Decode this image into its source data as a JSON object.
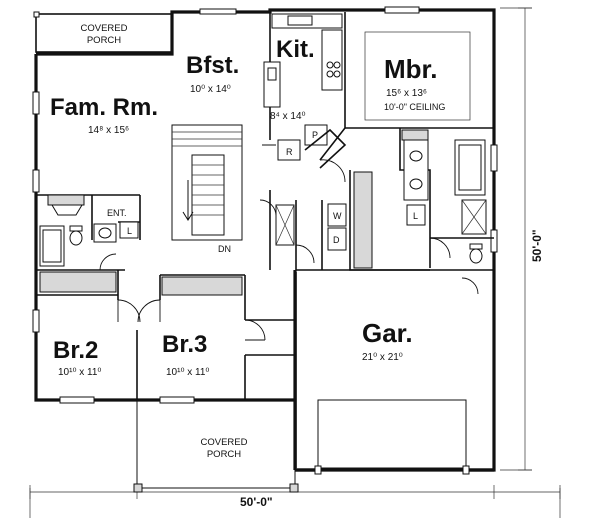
{
  "rooms": {
    "covered_porch_rear": {
      "label_line1": "COVERED",
      "label_line2": "PORCH"
    },
    "fam_rm": {
      "name": "Fam. Rm.",
      "dims": "14⁸ x 15⁶"
    },
    "bfst": {
      "name": "Bfst.",
      "dims": "10⁰ x 14⁰"
    },
    "kit": {
      "name": "Kit.",
      "dims": "8⁴ x 14⁰"
    },
    "mbr": {
      "name": "Mbr.",
      "dims": "15⁶ x 13⁶",
      "note": "10'-0\" CEILING"
    },
    "br2": {
      "name": "Br.2",
      "dims": "10¹⁰ x 11⁰"
    },
    "br3": {
      "name": "Br.3",
      "dims": "10¹⁰ x 11⁰"
    },
    "gar": {
      "name": "Gar.",
      "dims": "21⁰ x 21⁰"
    },
    "covered_porch_front": {
      "label_line1": "COVERED",
      "label_line2": "PORCH"
    }
  },
  "fixtures": {
    "ent": "ENT.",
    "pantry": "P",
    "refrigerator": "R",
    "linen_1": "L",
    "linen_2": "L",
    "washer": "W",
    "dryer": "D",
    "stair_down": "DN"
  },
  "dimensions": {
    "overall_width": "50'-0\"",
    "overall_depth": "50'-0\""
  }
}
